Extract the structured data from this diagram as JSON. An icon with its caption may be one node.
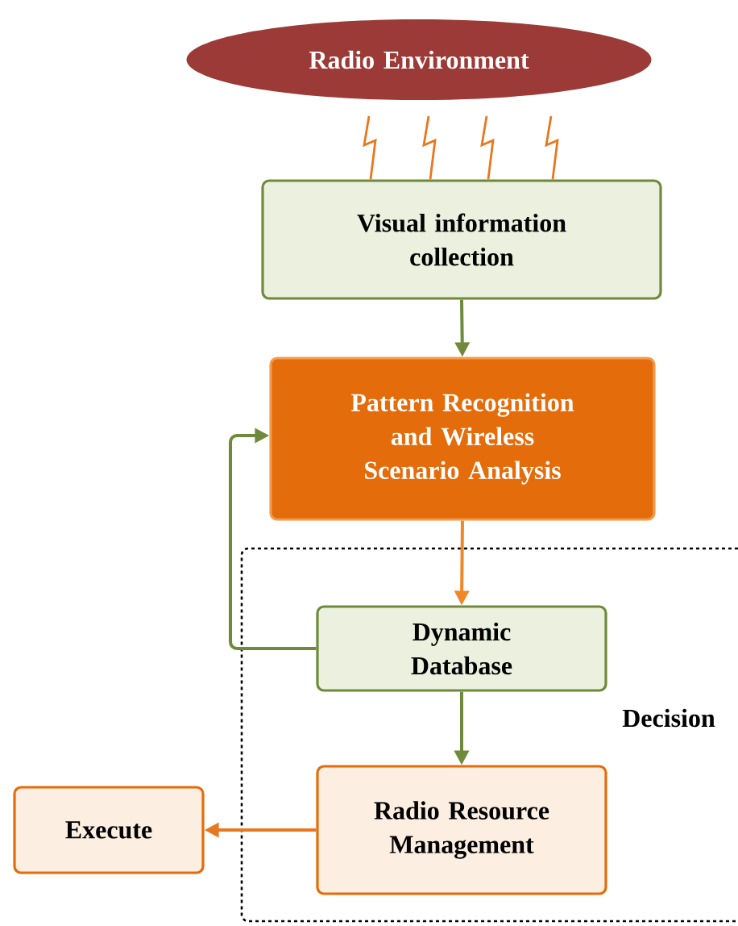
{
  "diagram": {
    "nodes": [
      {
        "text": [
          "Radio Environment"
        ]
      },
      {
        "text": [
          "Visual information collection"
        ]
      },
      {
        "text": [
          "Pattern Recognition and Wireless Scenario Analysis"
        ]
      },
      {
        "text": [
          "Decision"
        ]
      },
      {
        "text": [
          "Dynamic Database"
        ],
        "in": 3
      },
      {
        "text": [
          "Radio Resource Management"
        ],
        "in": 3
      },
      {
        "text": [
          "Execute"
        ]
      }
    ],
    "edges": [
      {
        "from": 0,
        "to": 1,
        "arrow": "none",
        "color": "#e8771e"
      },
      {
        "from": 0,
        "to": 1,
        "arrow": "none",
        "color": "#e8771e"
      },
      {
        "from": 0,
        "to": 1,
        "arrow": "none",
        "color": "#e8771e"
      },
      {
        "from": 0,
        "to": 1,
        "arrow": "none",
        "color": "#e8771e"
      },
      {
        "from": 1,
        "to": 2,
        "arrow": "to",
        "color": "#6f8a3b"
      },
      {
        "from": 2,
        "to": 4,
        "arrow": "to",
        "color": "#f0882a"
      },
      {
        "from": 4,
        "to": 2,
        "arrow": "to",
        "color": "#6f8a3b"
      },
      {
        "from": 4,
        "to": 5,
        "arrow": "to",
        "color": "#6f8a3b"
      },
      {
        "from": 5,
        "to": 6,
        "arrow": "to",
        "color": "#e8771e"
      }
    ]
  }
}
